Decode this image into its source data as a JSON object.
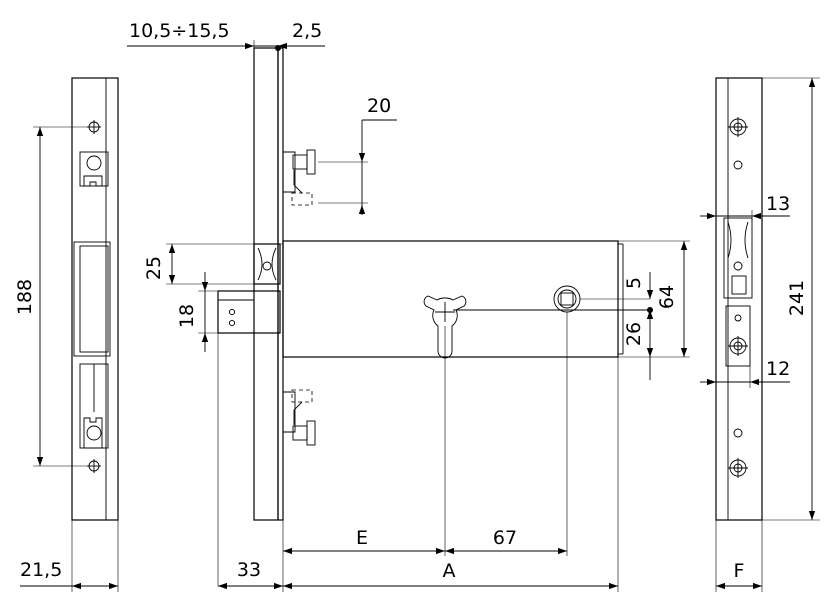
{
  "diagram": {
    "labels": {
      "backset_range": "10,5÷15,5",
      "plate_thickness": "2,5",
      "bolt_offset": "20",
      "left_height": "188",
      "bolt_pos_25": "25",
      "bolt_pos_18": "18",
      "depth_64": "64",
      "offset_5": "5",
      "offset_26": "26",
      "right_13": "13",
      "right_12": "12",
      "right_height": "241",
      "left_width": "21,5",
      "dim_33": "33",
      "dim_e": "E",
      "dim_67": "67",
      "dim_a": "A",
      "dim_f": "F"
    }
  }
}
